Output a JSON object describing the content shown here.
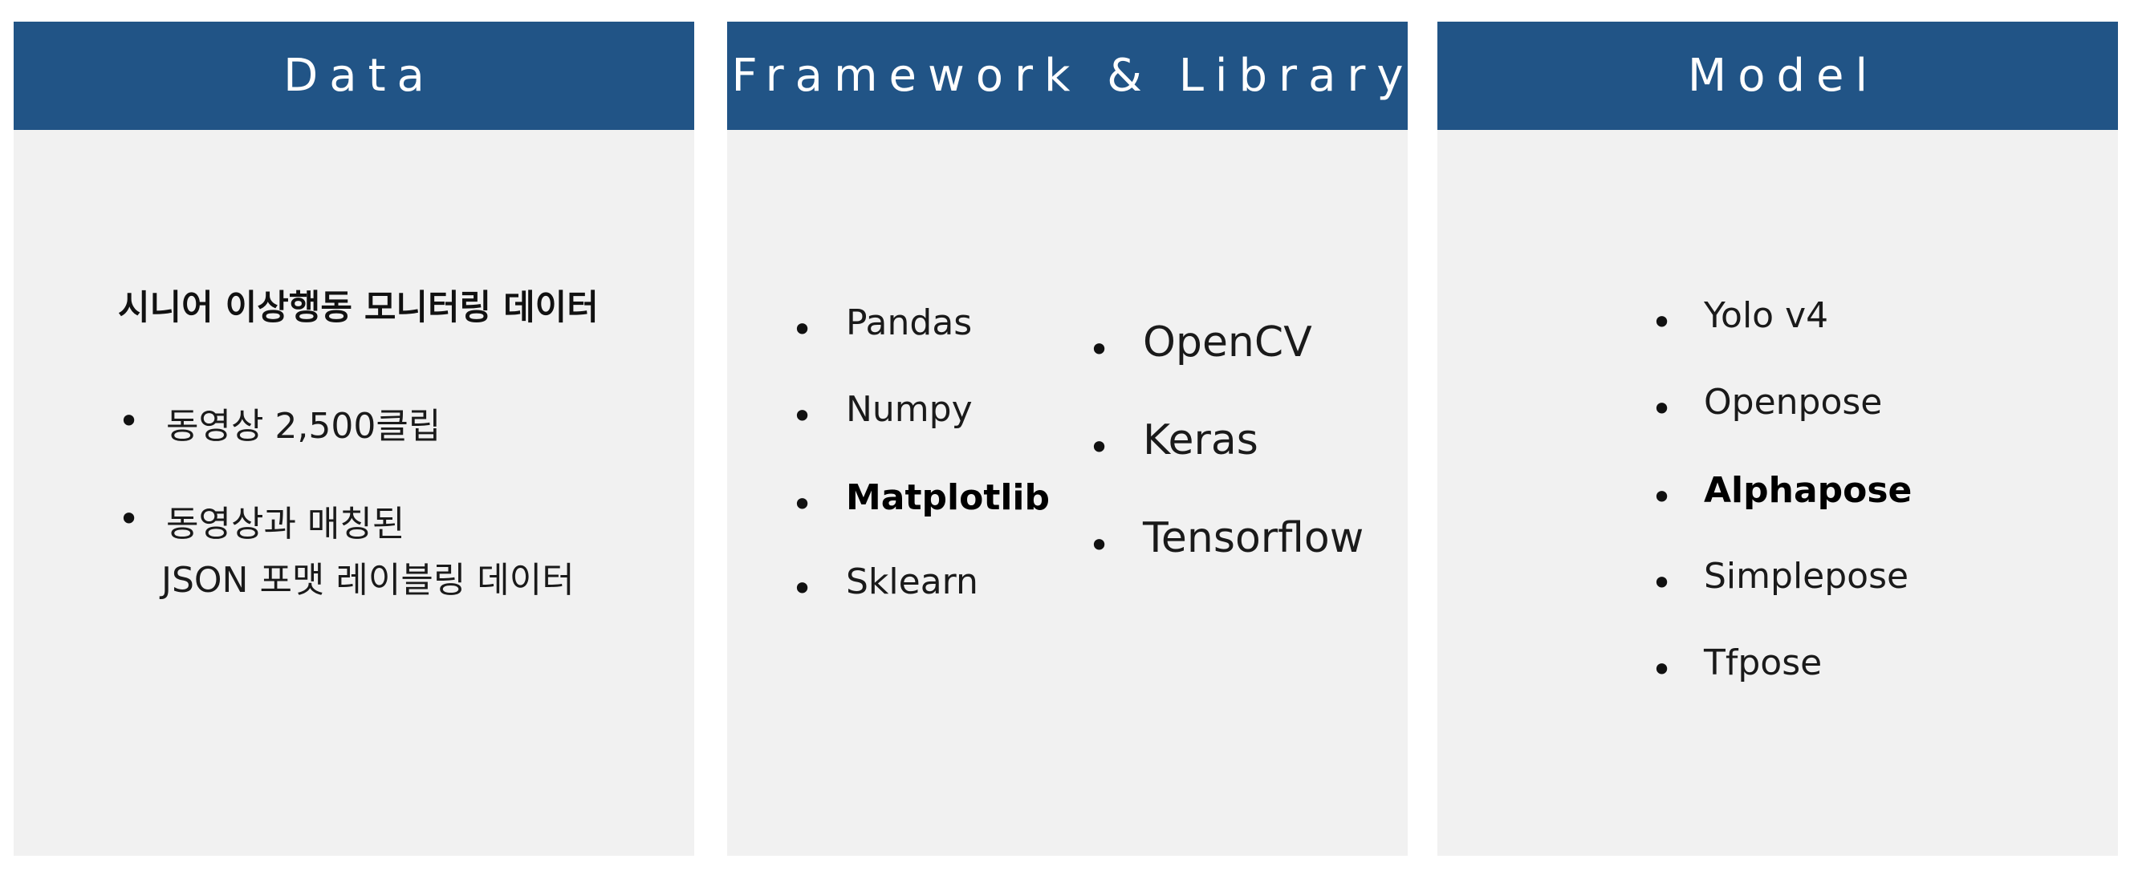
{
  "panels": {
    "data": {
      "header": "Data",
      "title": "시니어 이상행동 모니터링 데이터",
      "items": [
        {
          "line1": "동영상 2,500클립"
        },
        {
          "line1": "동영상과 매칭된",
          "line2": "JSON 포맷 레이블링 데이터"
        }
      ]
    },
    "framework": {
      "header": "Framework & Library",
      "left_items": [
        "Pandas",
        "Numpy",
        "Matplotlib",
        "Sklearn"
      ],
      "right_items": [
        "OpenCV",
        "Keras",
        "Tensorflow"
      ]
    },
    "model": {
      "header": "Model",
      "items": [
        "Yolo v4",
        "Openpose",
        "Alphapose",
        "Simplepose",
        "Tfpose"
      ]
    }
  },
  "bullet_glyph": "•",
  "colors": {
    "header_bg": "#215486",
    "panel_bg": "#f1f1f1",
    "header_text": "#ffffff"
  }
}
